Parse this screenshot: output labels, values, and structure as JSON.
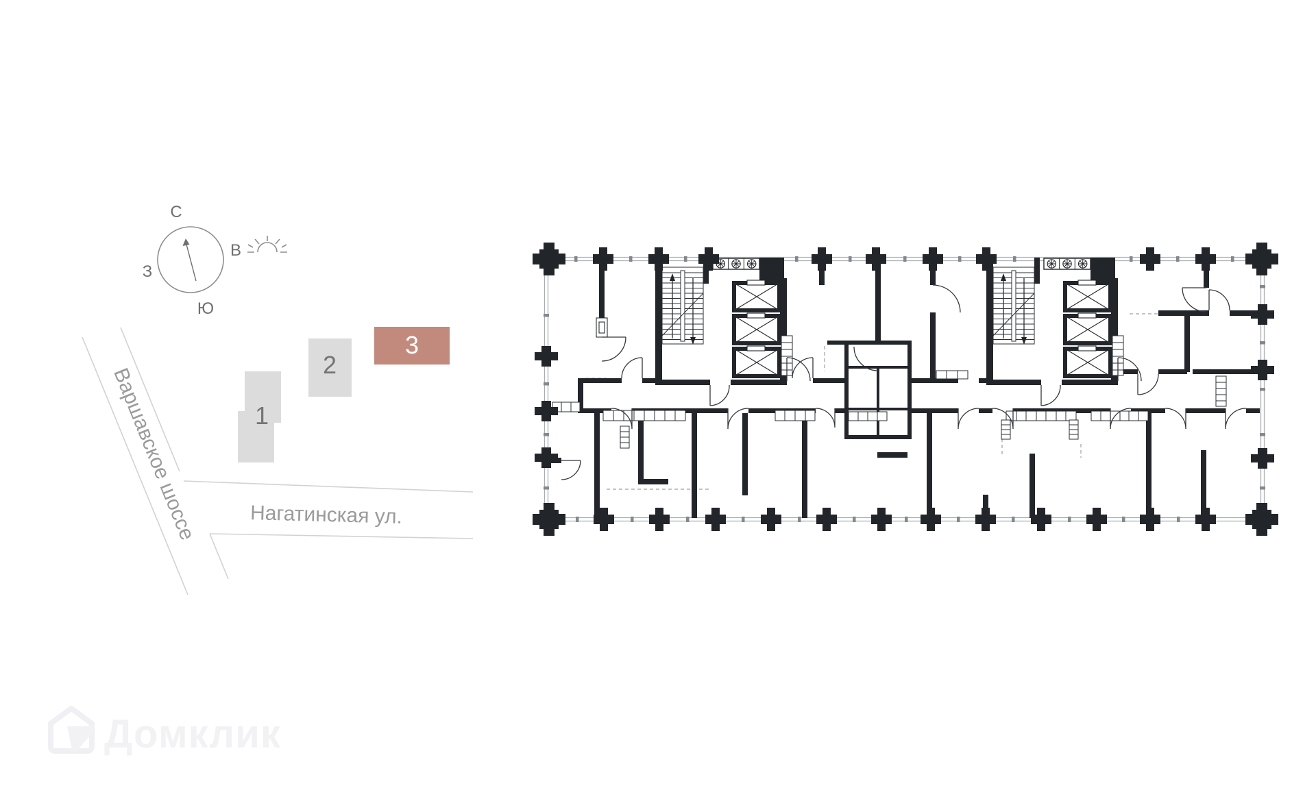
{
  "map_panel": {
    "compass": {
      "north": "С",
      "east": "В",
      "south": "Ю",
      "west": "З"
    },
    "streets": {
      "highway": "Варшавское шоссе",
      "street": "Нагатинская ул."
    },
    "buildings": [
      {
        "number": "1",
        "selected": false
      },
      {
        "number": "2",
        "selected": false
      },
      {
        "number": "3",
        "selected": true
      }
    ]
  },
  "floor_plan": {
    "stairwells": 2,
    "elevator_shafts": 6,
    "ventilation_fans": 6
  },
  "watermark": {
    "brand": "Домклик"
  },
  "colors": {
    "selected_building": "#c28a7c",
    "unselected_building": "#dcdcdc",
    "wall": "#22252a",
    "map_line": "#d2d2d2",
    "label": "#9b9b9b",
    "watermark": "#f2f2f5"
  }
}
